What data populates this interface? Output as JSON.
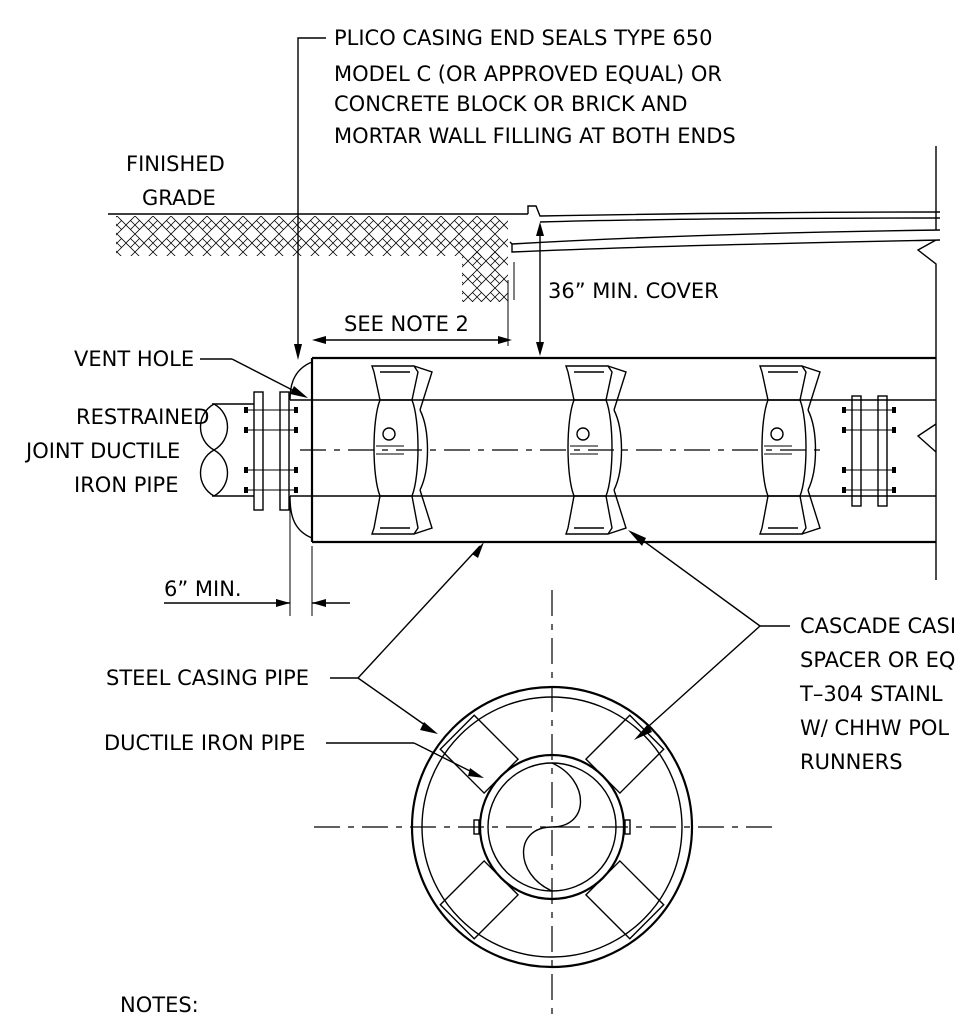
{
  "labels": {
    "end_seal": [
      "PLICO CASING END SEALS TYPE 650",
      "MODEL C (OR APPROVED EQUAL) OR",
      "CONCRETE BLOCK OR BRICK AND",
      "MORTAR WALL FILLING AT BOTH ENDS"
    ],
    "finished_grade": [
      "FINISHED",
      "GRADE"
    ],
    "min_cover": "36” MIN. COVER",
    "see_note": "SEE NOTE 2",
    "vent_hole": "VENT HOLE",
    "restrained_pipe": [
      "RESTRAINED",
      "JOINT DUCTILE",
      "IRON PIPE"
    ],
    "six_min": "6” MIN.",
    "steel_casing": "STEEL CASING PIPE",
    "ductile_iron": "DUCTILE IRON PIPE",
    "cascade": [
      "CASCADE CASI",
      "SPACER OR EQ",
      "T–304 STAINL",
      "W/ CHHW POL",
      "RUNNERS"
    ],
    "notes": "NOTES:"
  }
}
